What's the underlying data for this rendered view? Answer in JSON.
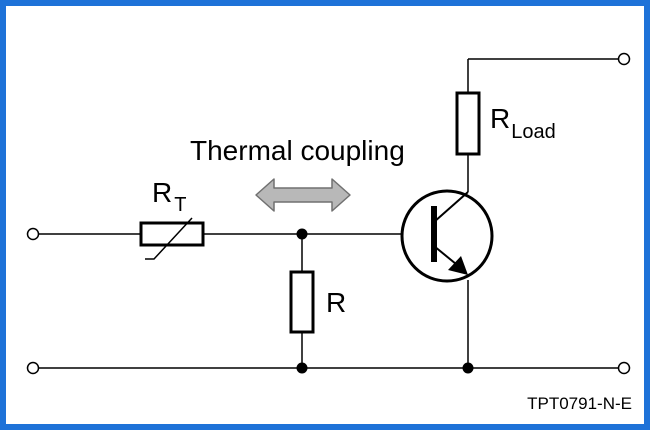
{
  "labels": {
    "thermal_coupling": "Thermal coupling",
    "rt_main": "R",
    "rt_sub": "T",
    "r": "R",
    "rload_main": "R",
    "rload_sub": "Load",
    "figure_id": "TPT0791-N-E"
  },
  "colors": {
    "border": "#1e72d8",
    "line": "#000000",
    "arrow_fill": "#b8b8b8",
    "arrow_stroke": "#707070"
  }
}
